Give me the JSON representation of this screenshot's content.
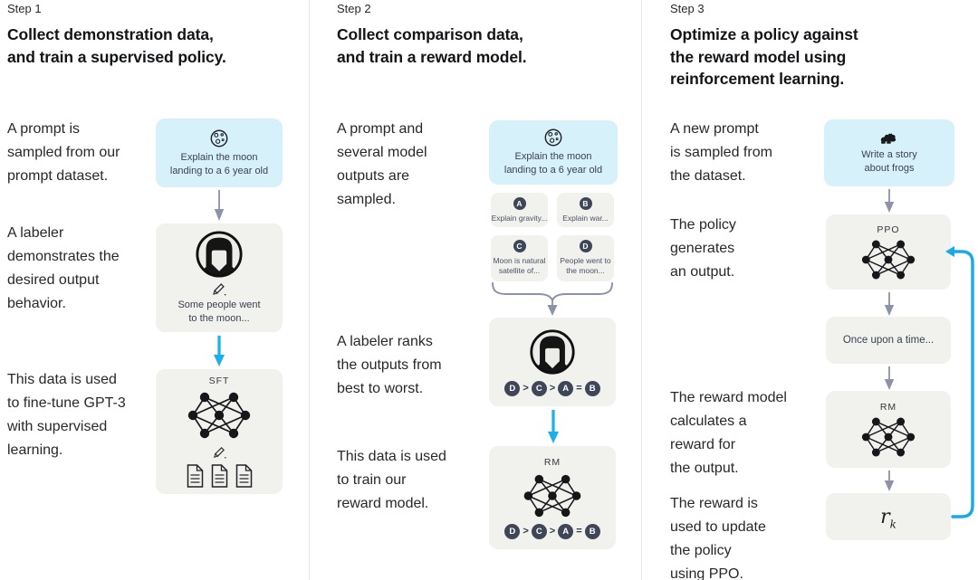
{
  "colors": {
    "prompt_box_bg": "#d7f1fa",
    "panel_bg": "#f1f1ee",
    "badge_bg": "#3e4657",
    "arrow_gray": "#8e92a8",
    "arrow_blue": "#1ab0ec",
    "divider": "#e7e7e5"
  },
  "columns": [
    {
      "step": "Step 1",
      "heading": "Collect demonstration data,\nand train a supervised policy.",
      "paragraphs": [
        "A prompt is\nsampled from our\nprompt dataset.",
        "A labeler\ndemonstrates the\ndesired output\nbehavior.",
        "This data is used\nto fine-tune GPT-3\nwith supervised\nlearning."
      ],
      "prompt_box": {
        "icon": "moon-icon",
        "text": "Explain the moon\nlanding to a 6 year old"
      },
      "labeler_box": {
        "icon": "labeler-avatar-icon",
        "text": "Some people went\nto the moon..."
      },
      "model_box": {
        "label": "SFT"
      }
    },
    {
      "step": "Step 2",
      "heading": "Collect comparison data,\nand train a reward model.",
      "paragraphs": [
        "A prompt and\nseveral model\noutputs are\nsampled.",
        "A labeler ranks\nthe outputs from\nbest to worst.",
        "This data is used\nto train our\nreward model."
      ],
      "prompt_box": {
        "icon": "moon-icon",
        "text": "Explain the moon\nlanding to a 6 year old"
      },
      "output_cards": [
        {
          "label": "A",
          "text": "Explain gravity..."
        },
        {
          "label": "B",
          "text": "Explain war..."
        },
        {
          "label": "C",
          "text": "Moon is natural\nsatellite of..."
        },
        {
          "label": "D",
          "text": "People went to\nthe moon..."
        }
      ],
      "ranking": [
        "D",
        ">",
        "C",
        ">",
        "A",
        "=",
        "B"
      ],
      "model_box": {
        "label": "RM"
      }
    },
    {
      "step": "Step 3",
      "heading": "Optimize a policy against\nthe reward model using\nreinforcement learning.",
      "paragraphs": [
        "A new prompt\nis sampled from\nthe dataset.",
        "The policy\ngenerates\nan output.",
        "The reward model\ncalculates a\nreward for\nthe output.",
        "The reward is\nused to update\nthe policy\nusing PPO."
      ],
      "prompt_box": {
        "icon": "frog-icon",
        "text": "Write a story\nabout frogs"
      },
      "policy_box": {
        "label": "PPO"
      },
      "output_box": {
        "text": "Once upon a time..."
      },
      "reward_model_box": {
        "label": "RM"
      },
      "reward_box": {
        "base": "r",
        "sub": "k"
      }
    }
  ]
}
